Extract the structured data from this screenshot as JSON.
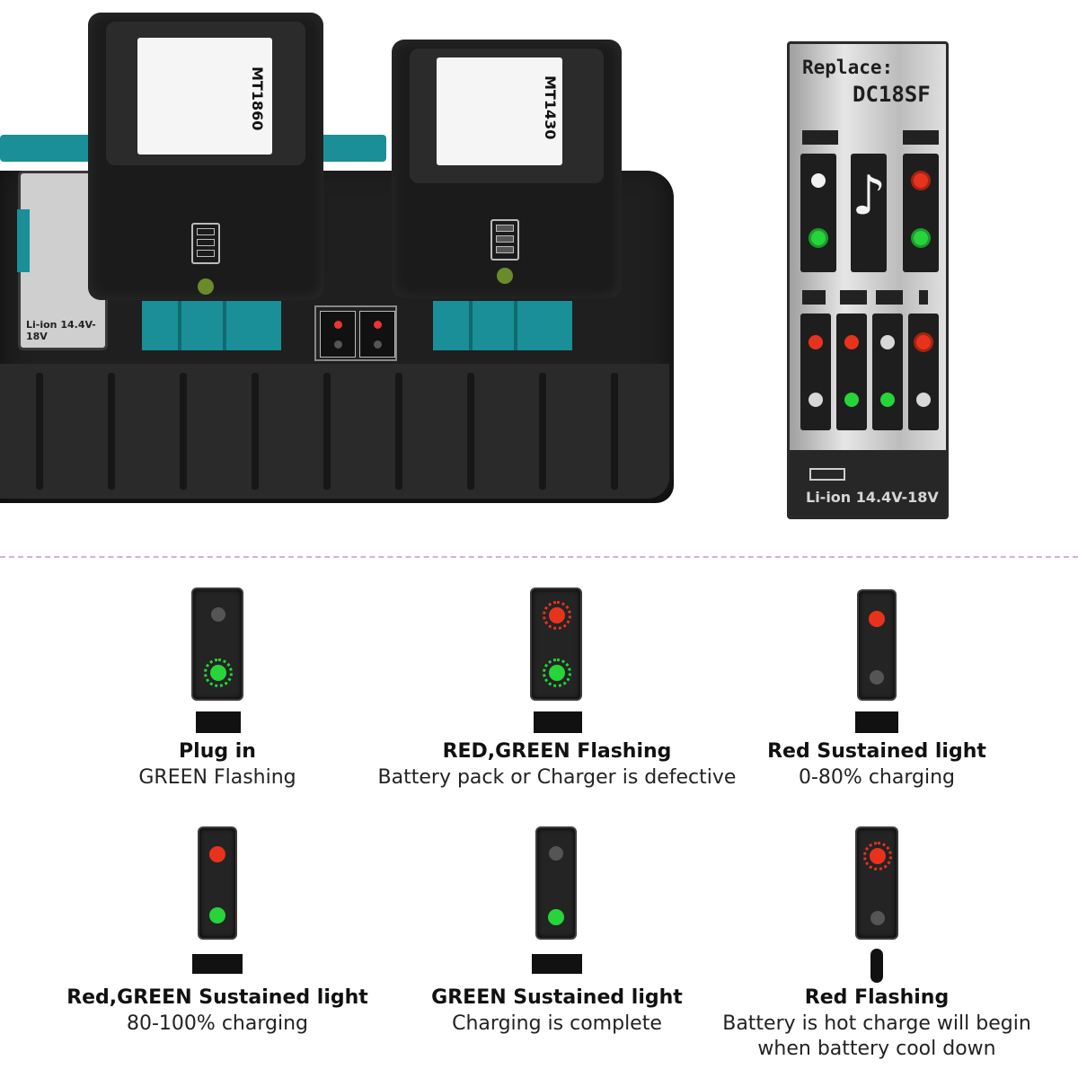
{
  "product_photo": {
    "battery_left_model": "MT1860",
    "battery_right_model": "MT1430",
    "mini_panel_label": "Li-ion 14.4V-18V"
  },
  "label_panel": {
    "title": "Replace:",
    "model": "DC18SF",
    "voltage": "Li-ion 14.4V-18V",
    "music_icon": "♪"
  },
  "legend": [
    {
      "title": "Plug in",
      "desc": "GREEN Flashing",
      "icon": "plug-icon"
    },
    {
      "title": "RED,GREEN Flashing",
      "desc": "Battery pack or Charger is defective",
      "icon": "broken-plug-icon"
    },
    {
      "title": "Red Sustained light",
      "desc": "0-80% charging",
      "icon": "battery-charging-icon"
    },
    {
      "title": "Red,GREEN Sustained light",
      "desc": "80-100% charging",
      "icon": "battery-three-quarter-icon"
    },
    {
      "title": "GREEN Sustained light",
      "desc": "Charging is complete",
      "icon": "battery-full-icon"
    },
    {
      "title": "Red Flashing",
      "desc": "Battery is hot charge will begin",
      "desc2": "when battery cool down",
      "icon": "thermometer-icon"
    }
  ],
  "colors": {
    "red": "#e8331c",
    "green": "#27d43a",
    "off": "#5a5a5a",
    "teal": "#1a8f97"
  }
}
